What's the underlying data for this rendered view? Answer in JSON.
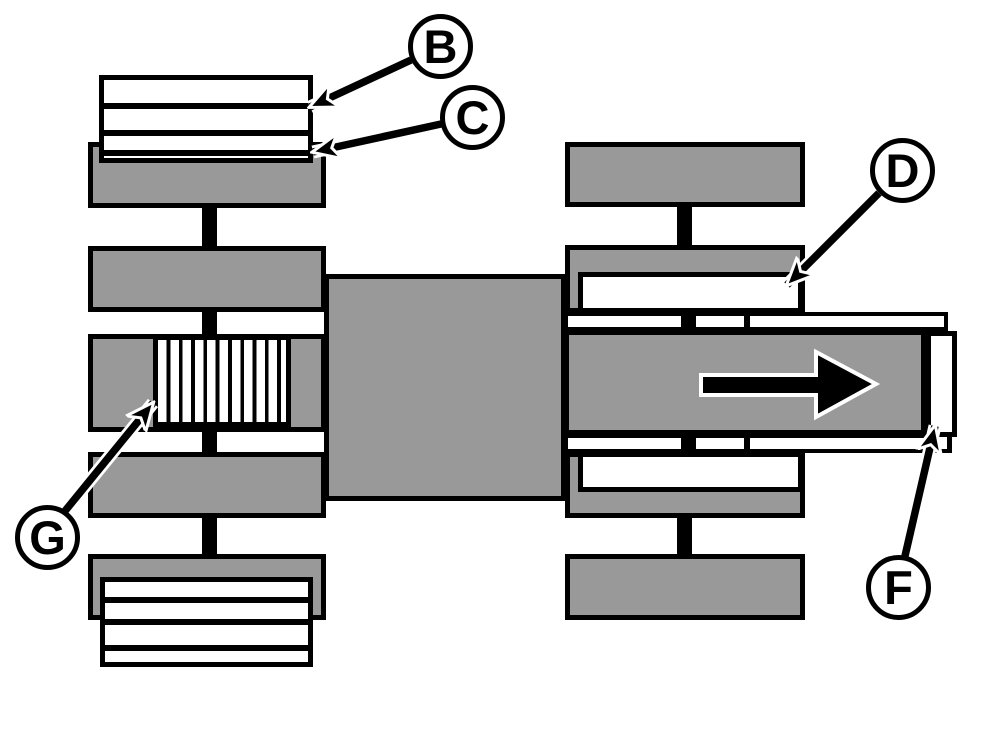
{
  "figure": {
    "kind": "tractor-top-view-ballast-diagram",
    "travel_arrow": {
      "direction": "right"
    }
  },
  "callouts": [
    {
      "letter": "B"
    },
    {
      "letter": "C"
    },
    {
      "letter": "D"
    },
    {
      "letter": "G"
    },
    {
      "letter": "F"
    }
  ],
  "colors": {
    "machine_gray": "#999999",
    "outline_black": "#000000",
    "background_white": "#ffffff"
  }
}
